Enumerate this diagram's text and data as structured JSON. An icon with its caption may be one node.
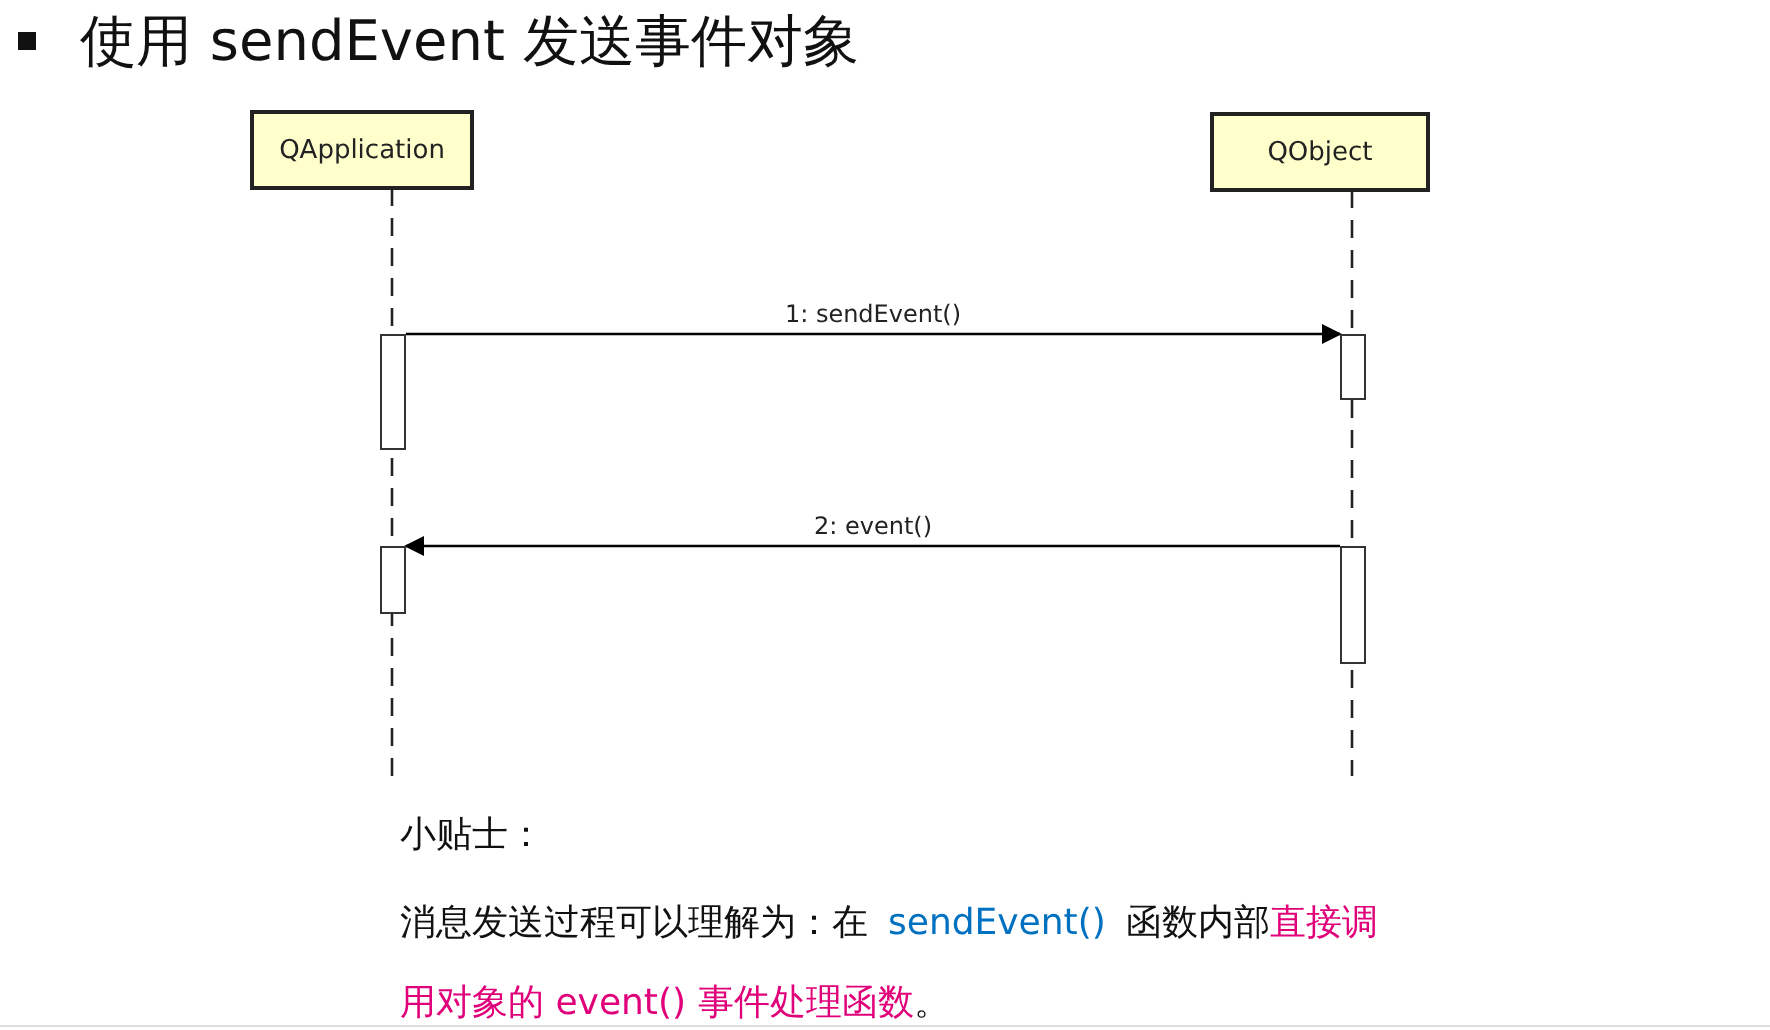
{
  "diagram": {
    "title": "使用 sendEvent 发送事件对象",
    "nodes": [
      {
        "text": [
          "QApplication"
        ]
      },
      {
        "text": [
          "QObject"
        ]
      },
      {
        "text": [],
        "shape": "bar"
      },
      {
        "text": [],
        "shape": "bar"
      },
      {
        "text": [],
        "shape": "bar"
      },
      {
        "text": [],
        "shape": "bar"
      }
    ],
    "edges": [
      {
        "from": 2,
        "to": 3,
        "arrow": "to",
        "label": "1: sendEvent()"
      },
      {
        "from": 5,
        "to": 4,
        "arrow": "to",
        "label": "2: event()"
      }
    ],
    "labels": [
      "小贴士：",
      "消息发送过程可以理解为：在",
      "sendEvent()",
      "函数内部",
      "直接调用对象的 event() 事件处理函数",
      "。"
    ]
  }
}
